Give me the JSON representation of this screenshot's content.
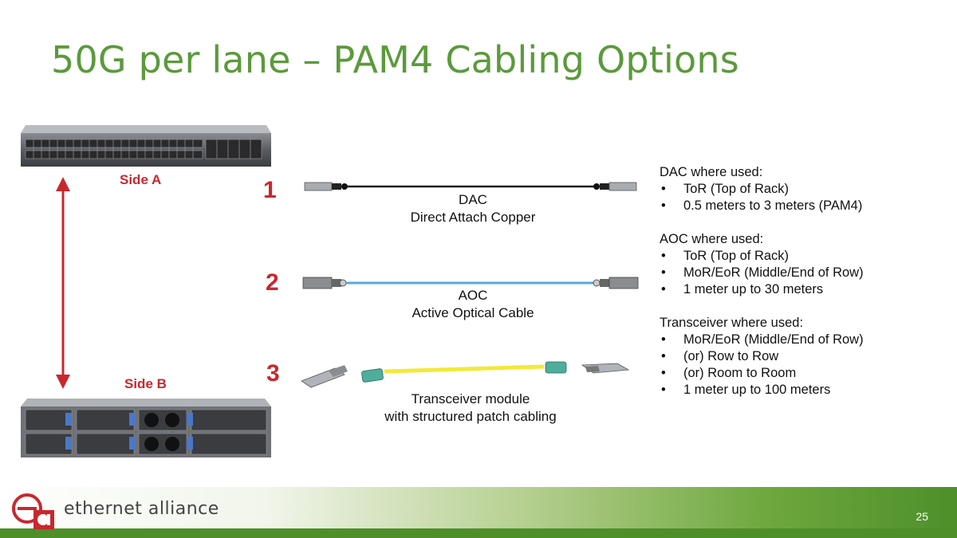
{
  "slide": {
    "title": "50G per lane – PAM4 Cabling Options",
    "page_number": "25",
    "brand": {
      "name": "ethernet alliance",
      "logo_letters": "ea"
    }
  },
  "devices": {
    "side_a": "Side A",
    "side_b": "Side B"
  },
  "options": [
    {
      "number": "1",
      "caption_line1": "DAC",
      "caption_line2": "Direct Attach Copper",
      "cable_color": "#1a1a1a"
    },
    {
      "number": "2",
      "caption_line1": "AOC",
      "caption_line2": "Active Optical Cable",
      "cable_color": "#5aa9d8"
    },
    {
      "number": "3",
      "caption_line1": "Transceiver module",
      "caption_line2": "with structured patch cabling",
      "cable_color": "#f2e93a"
    }
  ],
  "info": [
    {
      "heading": "DAC where used:",
      "items": [
        "ToR (Top of Rack)",
        "0.5 meters to 3 meters (PAM4)"
      ]
    },
    {
      "heading": "AOC where used:",
      "items": [
        "ToR (Top of Rack)",
        "MoR/EoR (Middle/End of Row)",
        "1 meter up to 30 meters"
      ]
    },
    {
      "heading": "Transceiver where used:",
      "items": [
        "MoR/EoR (Middle/End of Row)",
        "(or) Row to Row",
        "(or) Room to Room",
        "1 meter up to 100 meters"
      ]
    }
  ],
  "colors": {
    "title_green": "#5b9a3c",
    "accent_red": "#c8282d",
    "footer_green": "#4e8f2a"
  }
}
